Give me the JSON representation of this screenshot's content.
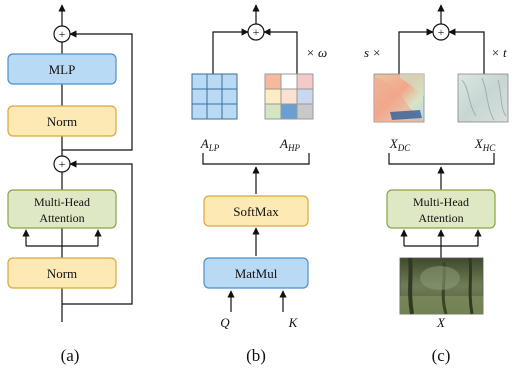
{
  "panel_a": {
    "plus_top": "+",
    "mlp": "MLP",
    "norm_top": "Norm",
    "plus_mid": "+",
    "attn_line1": "Multi-Head",
    "attn_line2": "Attention",
    "norm_bottom": "Norm",
    "caption": "(a)"
  },
  "panel_b": {
    "plus": "+",
    "omega": "× ω",
    "a_lp": "A",
    "a_lp_sub": "LP",
    "a_hp": "A",
    "a_hp_sub": "HP",
    "softmax": "SoftMax",
    "matmul": "MatMul",
    "q": "Q",
    "k": "K",
    "caption": "(b)"
  },
  "panel_c": {
    "plus": "+",
    "s_times": "s ×",
    "times_t": "× t",
    "x_dc": "X",
    "x_dc_sub": "DC",
    "x_hc": "X",
    "x_hc_sub": "HC",
    "attn_line1": "Multi-Head",
    "attn_line2": "Attention",
    "x": "X",
    "caption": "(c)"
  },
  "colors": {
    "blue_fill": "#b9daf4",
    "blue_stroke": "#4d8fc9",
    "yellow_fill": "#fde9b4",
    "yellow_stroke": "#d9a93b",
    "green_fill": "#dfe8c4",
    "green_stroke": "#86a545"
  }
}
